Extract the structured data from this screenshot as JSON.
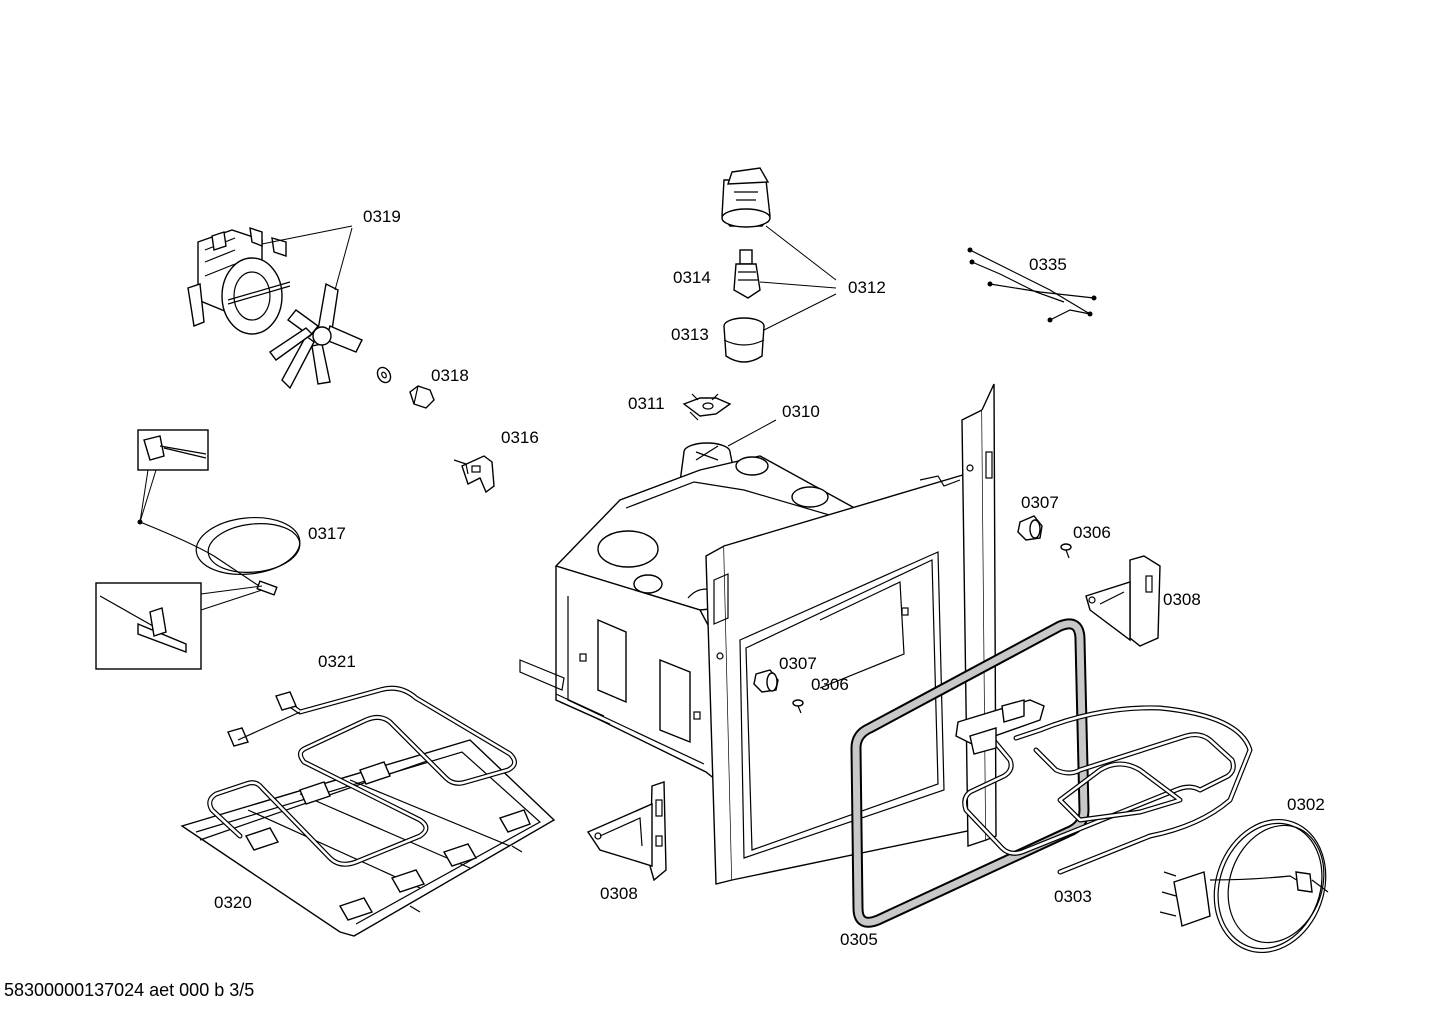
{
  "labels": {
    "p0319": "0319",
    "p0314": "0314",
    "p0312": "0312",
    "p0313": "0313",
    "p0335": "0335",
    "p0318": "0318",
    "p0311": "0311",
    "p0310": "0310",
    "p0316": "0316",
    "p0317": "0317",
    "p0307a": "0307",
    "p0306a": "0306",
    "p0308a": "0308",
    "p0321": "0321",
    "p0307b": "0307",
    "p0306b": "0306",
    "p0302": "0302",
    "p0303": "0303",
    "p0308b": "0308",
    "p0320": "0320",
    "p0305": "0305"
  },
  "footer": "58300000137024 aet 000 b 3/5"
}
